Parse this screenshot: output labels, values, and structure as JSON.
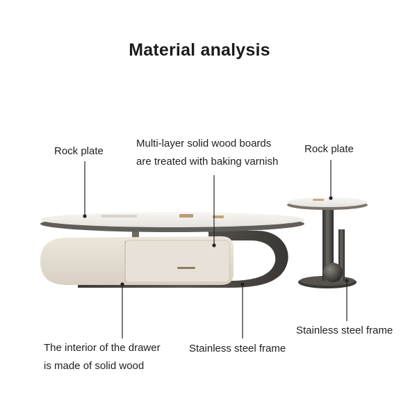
{
  "title": "Material analysis",
  "labels": {
    "rock_plate_left": "Rock plate",
    "wood_boards_line1": "Multi-layer solid wood boards",
    "wood_boards_line2": "are treated with baking varnish",
    "rock_plate_right": "Rock plate",
    "drawer_line1": "The interior of the drawer",
    "drawer_line2": "is made of solid wood",
    "steel_frame_center": "Stainless steel frame",
    "steel_frame_right": "Stainless steel frame"
  },
  "colors": {
    "stone_top": "#f2f0ec",
    "cream_body": "#e4ddd2",
    "gunmetal": "#4a4744",
    "text": "#1e1e1e"
  }
}
